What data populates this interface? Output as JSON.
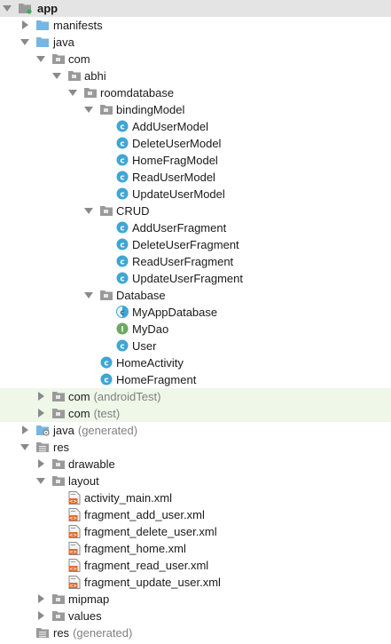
{
  "tree": {
    "rows": [
      {
        "label": "app",
        "suffix": "",
        "icon": "module-folder-icon",
        "expanded": true
      },
      {
        "label": "manifests",
        "suffix": "",
        "icon": "folder-icon",
        "expanded": false
      },
      {
        "label": "java",
        "suffix": "",
        "icon": "folder-icon",
        "expanded": true
      },
      {
        "label": "com",
        "suffix": "",
        "icon": "package-icon",
        "expanded": true
      },
      {
        "label": "abhi",
        "suffix": "",
        "icon": "package-icon",
        "expanded": true
      },
      {
        "label": "roomdatabase",
        "suffix": "",
        "icon": "package-icon",
        "expanded": true
      },
      {
        "label": "bindingModel",
        "suffix": "",
        "icon": "package-icon",
        "expanded": true
      },
      {
        "label": "AddUserModel",
        "suffix": "",
        "icon": "class-icon"
      },
      {
        "label": "DeleteUserModel",
        "suffix": "",
        "icon": "class-icon"
      },
      {
        "label": "HomeFragModel",
        "suffix": "",
        "icon": "class-icon"
      },
      {
        "label": "ReadUserModel",
        "suffix": "",
        "icon": "class-icon"
      },
      {
        "label": "UpdateUserModel",
        "suffix": "",
        "icon": "class-icon"
      },
      {
        "label": "CRUD",
        "suffix": "",
        "icon": "package-icon",
        "expanded": true
      },
      {
        "label": "AddUserFragment",
        "suffix": "",
        "icon": "class-icon"
      },
      {
        "label": "DeleteUserFragment",
        "suffix": "",
        "icon": "class-icon"
      },
      {
        "label": "ReadUserFragment",
        "suffix": "",
        "icon": "class-icon"
      },
      {
        "label": "UpdateUserFragment",
        "suffix": "",
        "icon": "class-icon"
      },
      {
        "label": "Database",
        "suffix": "",
        "icon": "package-icon",
        "expanded": true
      },
      {
        "label": "MyAppDatabase",
        "suffix": "",
        "icon": "abstract-class-icon"
      },
      {
        "label": "MyDao",
        "suffix": "",
        "icon": "interface-icon"
      },
      {
        "label": "User",
        "suffix": "",
        "icon": "class-icon"
      },
      {
        "label": "HomeActivity",
        "suffix": "",
        "icon": "class-icon"
      },
      {
        "label": "HomeFragment",
        "suffix": "",
        "icon": "class-icon"
      },
      {
        "label": "com",
        "suffix": "(androidTest)",
        "icon": "package-icon",
        "expanded": false
      },
      {
        "label": "com",
        "suffix": "(test)",
        "icon": "package-icon",
        "expanded": false
      },
      {
        "label": "java",
        "suffix": "(generated)",
        "icon": "generated-folder-icon",
        "expanded": false
      },
      {
        "label": "res",
        "suffix": "",
        "icon": "res-folder-icon",
        "expanded": true
      },
      {
        "label": "drawable",
        "suffix": "",
        "icon": "package-icon",
        "expanded": false
      },
      {
        "label": "layout",
        "suffix": "",
        "icon": "package-icon",
        "expanded": true
      },
      {
        "label": "activity_main.xml",
        "suffix": "",
        "icon": "layout-xml-icon"
      },
      {
        "label": "fragment_add_user.xml",
        "suffix": "",
        "icon": "layout-xml-icon"
      },
      {
        "label": "fragment_delete_user.xml",
        "suffix": "",
        "icon": "layout-xml-icon"
      },
      {
        "label": "fragment_home.xml",
        "suffix": "",
        "icon": "layout-xml-icon"
      },
      {
        "label": "fragment_read_user.xml",
        "suffix": "",
        "icon": "layout-xml-icon"
      },
      {
        "label": "fragment_update_user.xml",
        "suffix": "",
        "icon": "layout-xml-icon"
      },
      {
        "label": "mipmap",
        "suffix": "",
        "icon": "package-icon",
        "expanded": false
      },
      {
        "label": "values",
        "suffix": "",
        "icon": "package-icon",
        "expanded": false
      },
      {
        "label": "res",
        "suffix": "(generated)",
        "icon": "res-folder-icon"
      }
    ]
  },
  "colors": {
    "selected_row": "#e4e4e4",
    "test_source_tint": "#eef7e8",
    "class_icon": "#3ea6d6",
    "interface_icon": "#6aaa5c",
    "folder_icon": "#76b6e0",
    "package_icon": "#9a9a9a",
    "xml_icon": "#e06b2c",
    "muted_text": "#808080"
  }
}
